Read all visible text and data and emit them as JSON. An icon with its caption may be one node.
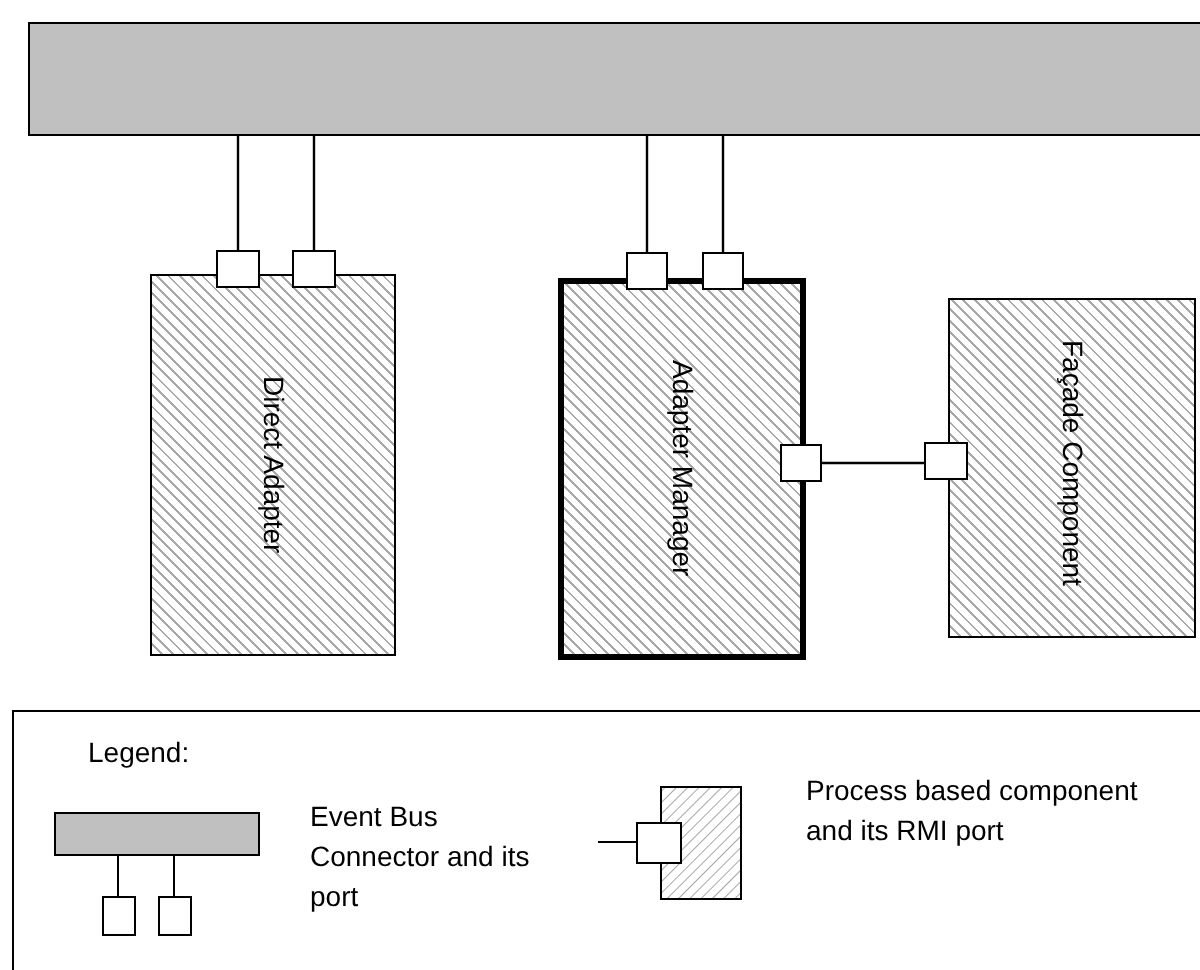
{
  "diagram": {
    "nodes": [
      {
        "text": [],
        "shape": "bar"
      },
      {
        "text": [
          "Direct Adapter"
        ]
      },
      {
        "text": [],
        "shape": "box"
      },
      {
        "text": [],
        "shape": "box"
      },
      {
        "text": [
          "Adapter Manager"
        ]
      },
      {
        "text": [],
        "shape": "box"
      },
      {
        "text": [],
        "shape": "box"
      },
      {
        "text": [],
        "shape": "box"
      },
      {
        "text": [
          "Façade Component"
        ]
      },
      {
        "text": [],
        "shape": "box"
      }
    ],
    "edges": [
      {
        "from": 2,
        "to": 0,
        "arrow": "none"
      },
      {
        "from": 3,
        "to": 0,
        "arrow": "none"
      },
      {
        "from": 5,
        "to": 0,
        "arrow": "none"
      },
      {
        "from": 6,
        "to": 0,
        "arrow": "none"
      },
      {
        "from": 7,
        "to": 9,
        "arrow": "none"
      }
    ],
    "labels": [
      "Legend:"
    ],
    "legend": [
      {
        "text": "Event Bus Connector and its port"
      },
      {
        "text": "Process based component and its RMI port"
      }
    ]
  }
}
